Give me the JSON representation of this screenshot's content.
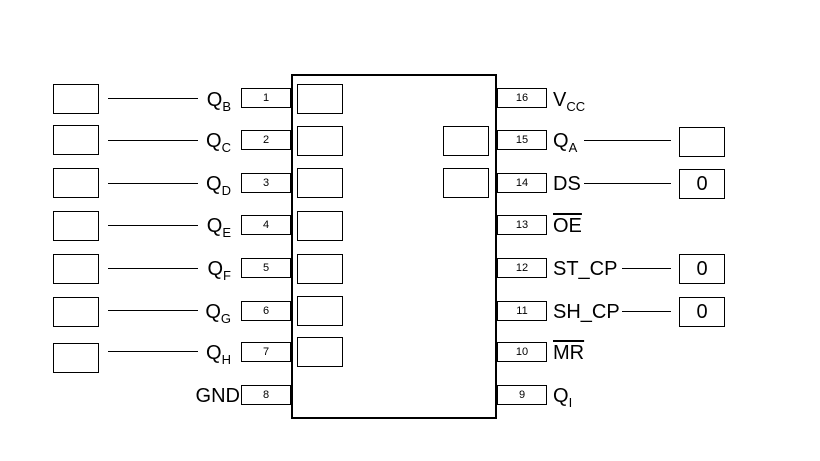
{
  "left_pins": [
    {
      "num": "1",
      "name": "Q",
      "sub": "B",
      "input": "",
      "internal": ""
    },
    {
      "num": "2",
      "name": "Q",
      "sub": "C",
      "input": "",
      "internal": ""
    },
    {
      "num": "3",
      "name": "Q",
      "sub": "D",
      "input": "",
      "internal": ""
    },
    {
      "num": "4",
      "name": "Q",
      "sub": "E",
      "input": "",
      "internal": ""
    },
    {
      "num": "5",
      "name": "Q",
      "sub": "F",
      "input": "",
      "internal": ""
    },
    {
      "num": "6",
      "name": "Q",
      "sub": "G",
      "input": "",
      "internal": ""
    },
    {
      "num": "7",
      "name": "Q",
      "sub": "H",
      "input": "",
      "internal": ""
    },
    {
      "num": "8",
      "name": "GND",
      "sub": ""
    }
  ],
  "right_pins": [
    {
      "num": "16",
      "name": "V",
      "sub": "CC"
    },
    {
      "num": "15",
      "name": "Q",
      "sub": "A",
      "value": "",
      "internal": ""
    },
    {
      "num": "14",
      "name": "DS",
      "sub": "",
      "value": "0",
      "internal": ""
    },
    {
      "num": "13",
      "name": "OE",
      "sub": "",
      "overline": true
    },
    {
      "num": "12",
      "name": "ST_CP",
      "sub": "",
      "value": "0"
    },
    {
      "num": "11",
      "name": "SH_CP",
      "sub": "",
      "value": "0"
    },
    {
      "num": "10",
      "name": "MR",
      "sub": "",
      "overline": true
    },
    {
      "num": "9",
      "name": "Q",
      "sub": "I"
    }
  ]
}
